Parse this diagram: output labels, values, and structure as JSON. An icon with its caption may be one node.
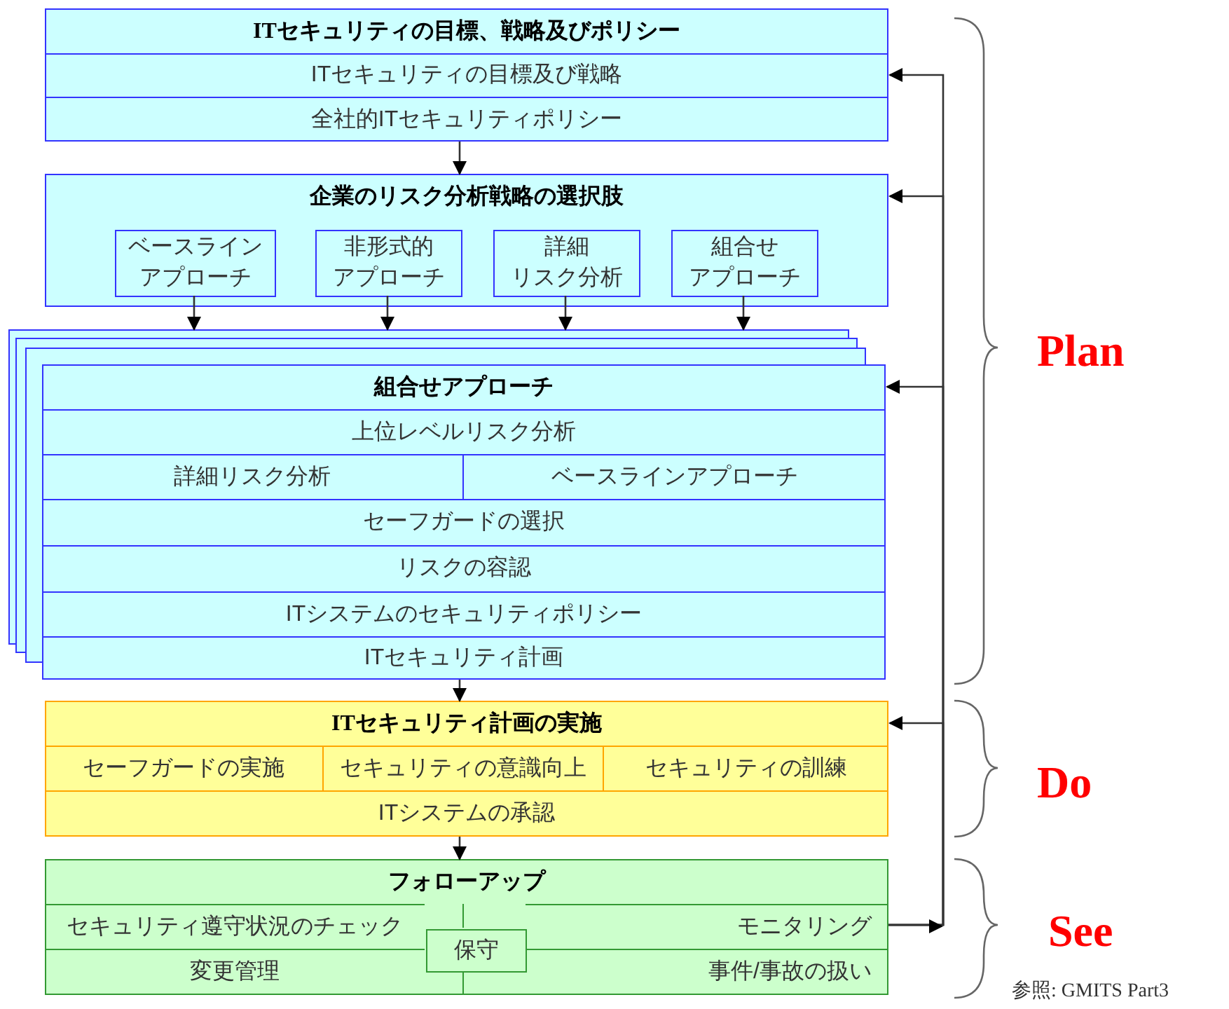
{
  "diagram": {
    "nodes": [
      {
        "text": [
          "ITセキュリティの目標、戦略及びポリシー"
        ]
      },
      {
        "text": [
          "ITセキュリティの目標及び戦略"
        ],
        "in": 0
      },
      {
        "text": [
          "全社的ITセキュリティポリシー"
        ],
        "in": 0
      },
      {
        "text": [
          "企業のリスク分析戦略の選択肢"
        ]
      },
      {
        "text": [
          "ベースライン",
          "アプローチ"
        ],
        "in": 3
      },
      {
        "text": [
          "非形式的",
          "アプローチ"
        ],
        "in": 3
      },
      {
        "text": [
          "詳細",
          "リスク分析"
        ],
        "in": 3
      },
      {
        "text": [
          "組合せ",
          "アプローチ"
        ],
        "in": 3
      },
      {
        "text": [
          "組合せアプローチ"
        ]
      },
      {
        "text": [
          "上位レベルリスク分析"
        ],
        "in": 8
      },
      {
        "text": [
          "詳細リスク分析"
        ],
        "in": 8
      },
      {
        "text": [
          "ベースラインアプローチ"
        ],
        "in": 8
      },
      {
        "text": [
          "セーフガードの選択"
        ],
        "in": 8
      },
      {
        "text": [
          "リスクの容認"
        ],
        "in": 8
      },
      {
        "text": [
          "ITシステムのセキュリティポリシー"
        ],
        "in": 8
      },
      {
        "text": [
          "ITセキュリティ計画"
        ],
        "in": 8
      },
      {
        "text": [
          "ITセキュリティ計画の実施"
        ]
      },
      {
        "text": [
          "セーフガードの実施"
        ],
        "in": 16
      },
      {
        "text": [
          "セキュリティの意識向上"
        ],
        "in": 16
      },
      {
        "text": [
          "セキュリティの訓練"
        ],
        "in": 16
      },
      {
        "text": [
          "ITシステムの承認"
        ],
        "in": 16
      },
      {
        "text": [
          "フォローアップ"
        ]
      },
      {
        "text": [
          "セキュリティ遵守状況のチェック"
        ],
        "in": 21
      },
      {
        "text": [
          "モニタリング"
        ],
        "in": 21
      },
      {
        "text": [
          "変更管理"
        ],
        "in": 21
      },
      {
        "text": [
          "事件/事故の扱い"
        ],
        "in": 21
      },
      {
        "text": [
          "保守"
        ],
        "in": 21
      }
    ],
    "edges": [
      {
        "from": 0,
        "to": 3,
        "arrow": "to"
      },
      {
        "from": 4,
        "to": 8,
        "arrow": "to"
      },
      {
        "from": 5,
        "to": 8,
        "arrow": "to"
      },
      {
        "from": 6,
        "to": 8,
        "arrow": "to"
      },
      {
        "from": 7,
        "to": 8,
        "arrow": "to"
      },
      {
        "from": 8,
        "to": 16,
        "arrow": "to"
      },
      {
        "from": 16,
        "to": 21,
        "arrow": "to"
      },
      {
        "from": 23,
        "to": 1,
        "arrow": "to"
      },
      {
        "from": 23,
        "to": 3,
        "arrow": "to"
      },
      {
        "from": 23,
        "to": 8,
        "arrow": "to"
      },
      {
        "from": 23,
        "to": 16,
        "arrow": "to"
      }
    ],
    "labels": [
      "Plan",
      "Do",
      "See",
      "参照: GMITS Part3"
    ]
  }
}
